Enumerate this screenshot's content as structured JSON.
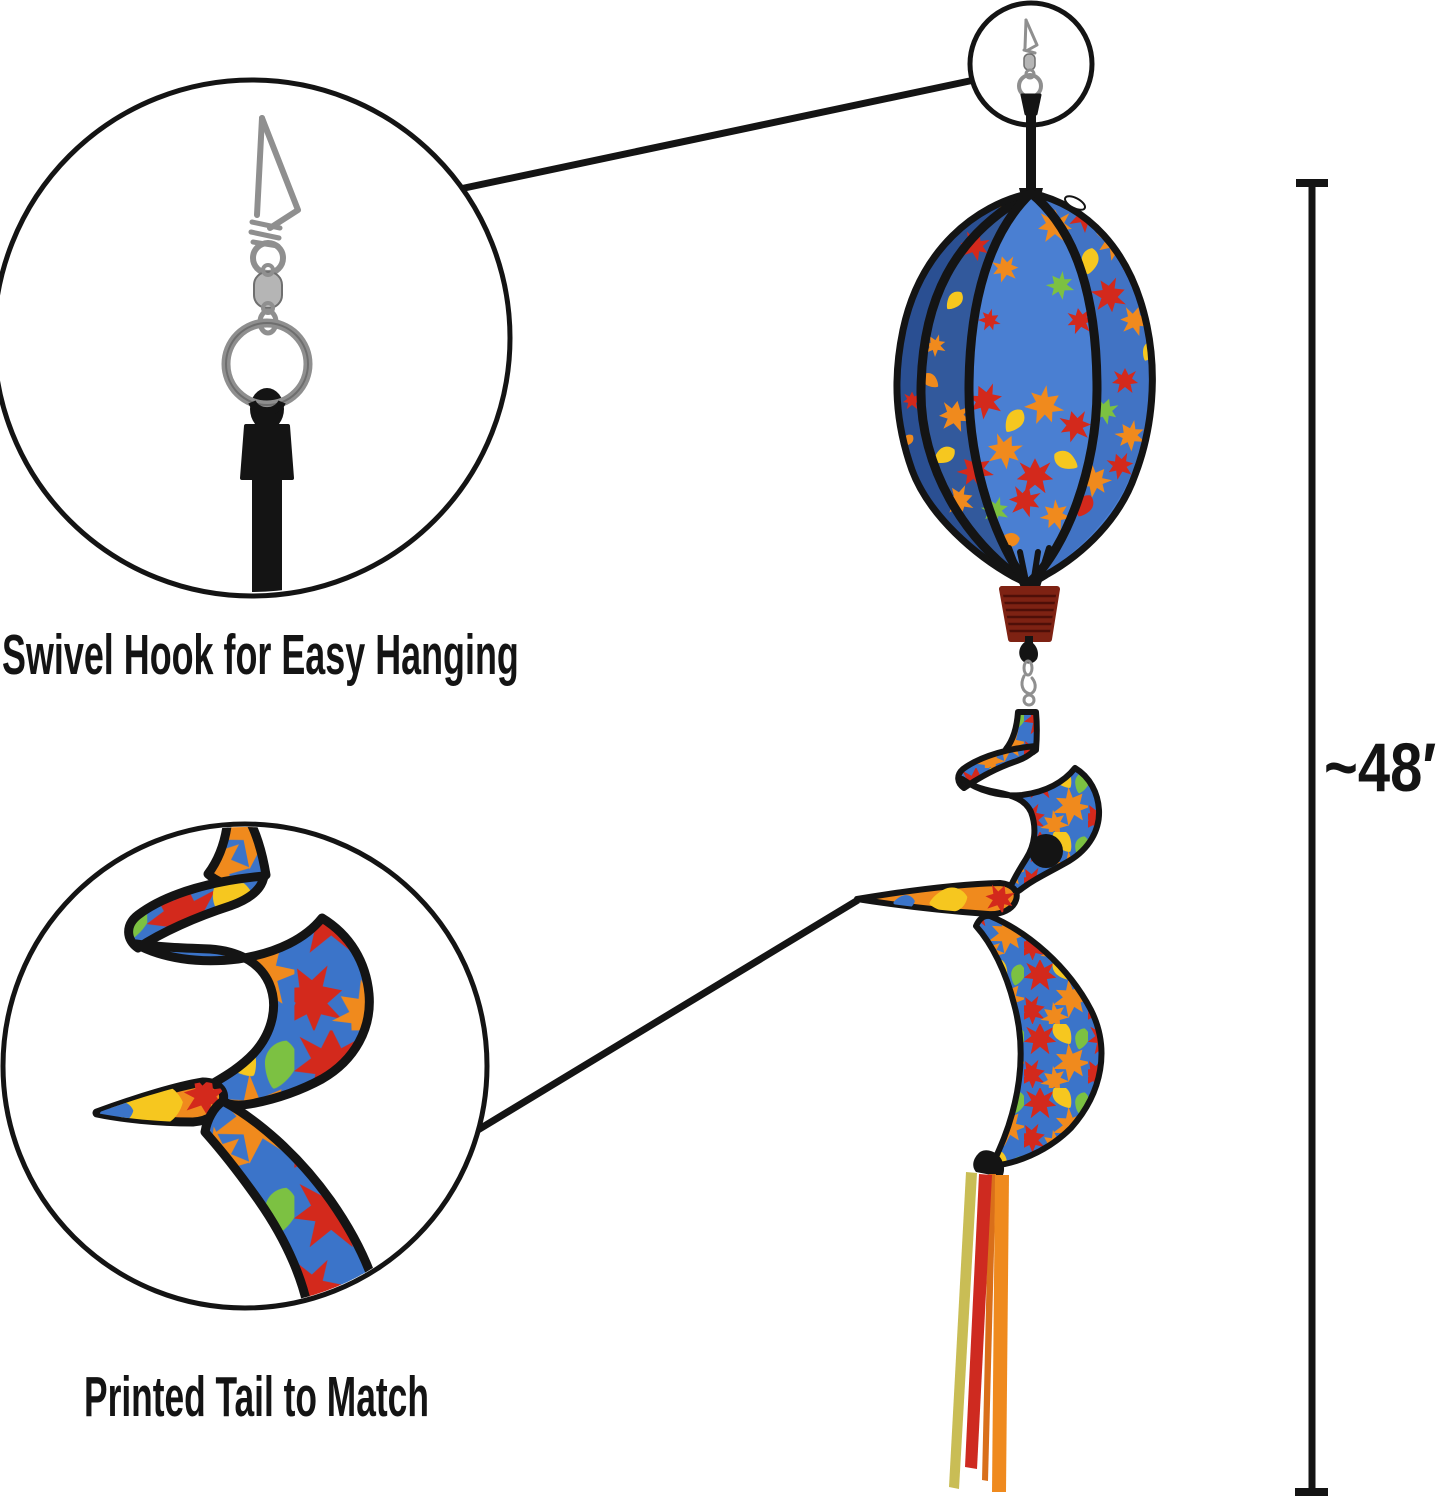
{
  "labels": {
    "swivel_hook": "Swivel Hook for Easy Hanging",
    "printed_tail": "Printed Tail to Match",
    "approx_height": "~48″"
  },
  "colors": {
    "ink": "#141414",
    "balloon_blue": "#4a7fd2",
    "balloon_blue_right": "#4173c4",
    "balloon_blue_mid": "#32599c",
    "balloon_blue_dark": "#2a4f92",
    "print_blue": "#3b74c9",
    "leaf_red": "#d3291c",
    "leaf_orange": "#f08a1d",
    "leaf_yellow": "#f6c71f",
    "leaf_green": "#7cc142",
    "spring_red": "#7e2213",
    "spring_line": "#4e0f08",
    "silver": "#8f8f8f",
    "silver_light": "#b5b5b5",
    "ribbon_green": "#c9bd55",
    "ribbon_red": "#ce2a20",
    "ribbon_orange": "#ef8a1e",
    "ribbon_orange_dark": "#d96f1a"
  }
}
